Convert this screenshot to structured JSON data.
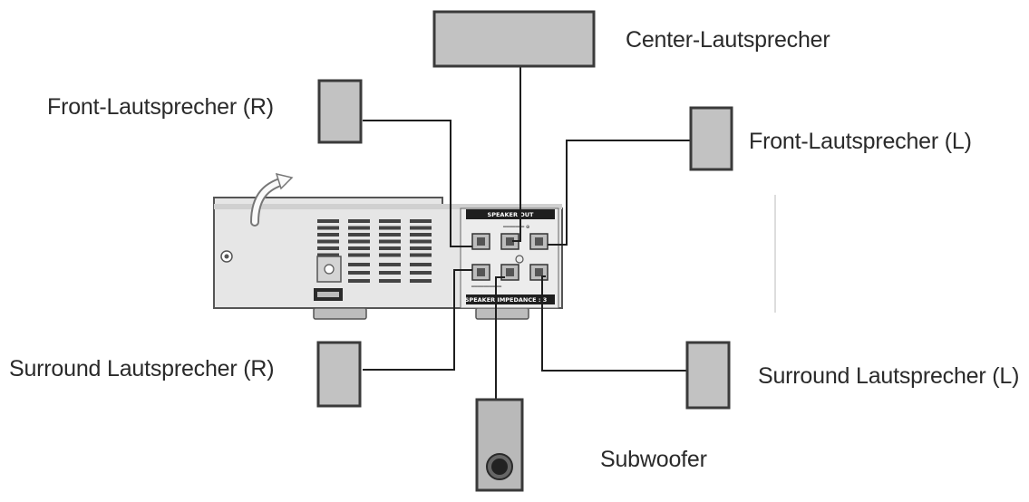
{
  "labels": {
    "center": "Center-Lautsprecher",
    "front_right": "Front-Lautsprecher (R)",
    "front_left": "Front-Lautsprecher (L)",
    "surround_right": "Surround Lautsprecher (R)",
    "surround_left": "Surround Lautsprecher (L)",
    "subwoofer": "Subwoofer"
  },
  "panel": {
    "speaker_out": "SPEAKER OUT",
    "speaker_impedance": "SPEAKER IMPEDANCE : 3"
  },
  "colors": {
    "speaker_fill": "#c2c2c2",
    "speaker_stroke": "#3a3a3a",
    "wire": "#1e1e1e",
    "unit_body": "#e6e6e6"
  }
}
